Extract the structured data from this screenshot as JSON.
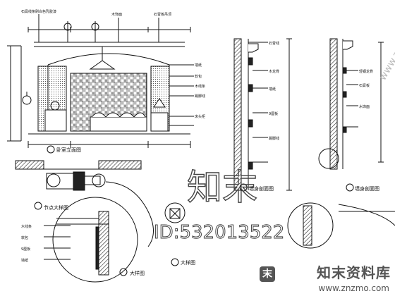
{
  "drawing": {
    "elevation_title": "卧室立面图",
    "section_a_title": "墙身剖面图",
    "section_b_title": "墙身剖面图",
    "detail_plan_title": "节点大样图",
    "detail_4_title": "大样图",
    "detail_5_title": "大样图",
    "labels": {
      "elev_top_1": "石膏线条刷白色乳胶漆",
      "elev_top_2": "木饰面",
      "elev_top_3": "石膏板吊顶",
      "elev_right_1": "墙纸",
      "elev_right_2": "软包",
      "elev_right_3": "木线条",
      "elev_right_4": "踢脚线",
      "elev_bottom": "床头柜",
      "sec_a_1": "石膏线",
      "sec_a_2": "木龙骨",
      "sec_a_3": "墙纸",
      "sec_a_4": "9厘板",
      "sec_a_5": "踢脚线",
      "sec_b_1": "轻钢龙骨",
      "sec_b_2": "石膏板",
      "sec_b_3": "木饰面",
      "detail_1": "木线条",
      "detail_2": "软包",
      "detail_3": "9厘板",
      "detail_4": "墙纸"
    }
  },
  "watermark": {
    "main": "知末",
    "id_text": "ID:532013522",
    "brand": "知末资料库",
    "url": "www.znzmo.com",
    "logo_glyph": "末",
    "side_text": "www.znzmo.com"
  }
}
